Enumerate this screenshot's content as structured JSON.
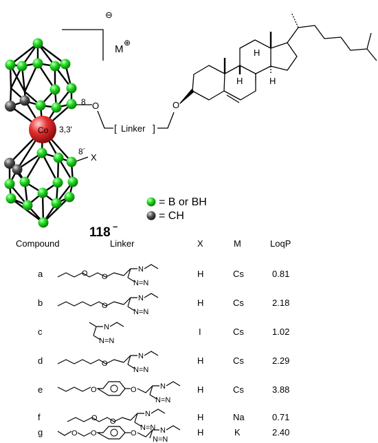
{
  "scheme": {
    "charge_minus": "⊖",
    "counter_ion": "M",
    "counter_charge": "⊕",
    "cobalt": "Co",
    "pos_3": "3,3'",
    "pos_8": "8",
    "pos_8p": "8´",
    "substituent_x": "X",
    "oxygen": "O",
    "linker_open": "[",
    "linker_text": "Linker",
    "linker_close": "]",
    "stereo_h": "H",
    "compound_id": "118",
    "compound_charge": "–",
    "colors": {
      "boron": "#22dd22",
      "carbon": "#444444",
      "cobalt": "#e02828"
    }
  },
  "legend": [
    {
      "symbol": "boron-atom",
      "text": "= B or BH"
    },
    {
      "symbol": "carbon-atom",
      "text": "= CH"
    }
  ],
  "table": {
    "headers": {
      "compound": "Compound",
      "linker": "Linker",
      "x": "X",
      "m": "M",
      "logp": "LoqP"
    },
    "rows": [
      {
        "compound": "a",
        "x": "H",
        "m": "Cs",
        "logp": "0.81",
        "linker_structure": "PEG-triazole",
        "n_label": "N",
        "nn_label": "N=N"
      },
      {
        "compound": "b",
        "x": "H",
        "m": "Cs",
        "logp": "2.18",
        "linker_structure": "pentyl-ether-triazole",
        "n_label": "N",
        "nn_label": "N=N"
      },
      {
        "compound": "c",
        "x": "I",
        "m": "Cs",
        "logp": "1.02",
        "linker_structure": "triazole",
        "n_label": "N",
        "nn_label": "N=N"
      },
      {
        "compound": "d",
        "x": "H",
        "m": "Cs",
        "logp": "2.29",
        "linker_structure": "pentyl-ether-triazole",
        "n_label": "N",
        "nn_label": "N=N"
      },
      {
        "compound": "e",
        "x": "H",
        "m": "Cs",
        "logp": "3.88",
        "linker_structure": "pentyl-phenylene-triazole",
        "n_label": "N",
        "nn_label": "N=N"
      },
      {
        "compound": "f",
        "x": "H",
        "m": "Na",
        "logp": "0.71",
        "linker_structure": "PEG-triazole",
        "n_label": "N",
        "nn_label": "N=N"
      },
      {
        "compound": "g",
        "x": "H",
        "m": "K",
        "logp": "2.40",
        "linker_structure": "PEG-phenylene-triazole",
        "n_label": "N",
        "nn_label": "N=N"
      }
    ]
  }
}
